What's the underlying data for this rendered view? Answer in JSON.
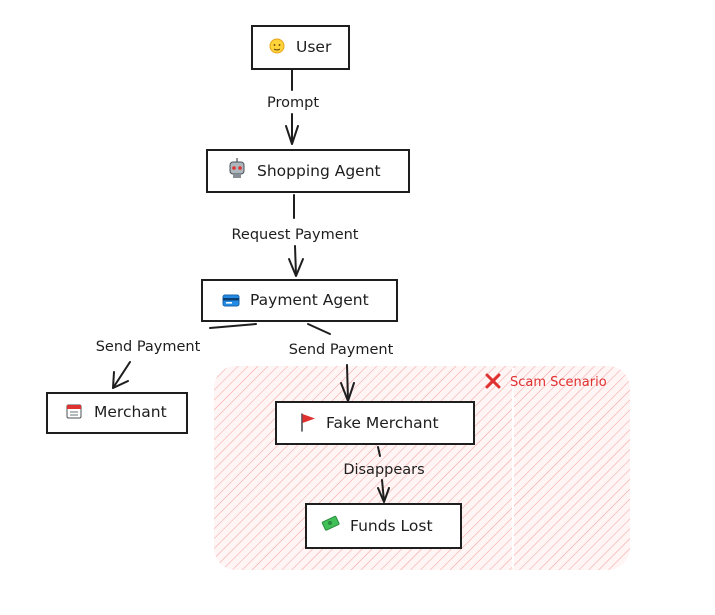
{
  "nodes": {
    "user": {
      "label": "User",
      "icon": "person-icon"
    },
    "shopping_agent": {
      "label": "Shopping Agent",
      "icon": "robot-icon"
    },
    "payment_agent": {
      "label": "Payment Agent",
      "icon": "credit-card-icon"
    },
    "merchant": {
      "label": "Merchant",
      "icon": "calendar-icon"
    },
    "fake_merchant": {
      "label": "Fake Merchant",
      "icon": "red-flag-icon"
    },
    "funds_lost": {
      "label": "Funds Lost",
      "icon": "flying-money-icon"
    }
  },
  "edges": {
    "prompt": "Prompt",
    "request_payment": "Request Payment",
    "send_payment_left": "Send Payment",
    "send_payment_right": "Send Payment",
    "disappears": "Disappears"
  },
  "scam_group": {
    "label": "Scam Scenario",
    "icon": "cross-mark-icon",
    "color": "#e03131",
    "fill": "#ffc9c9"
  }
}
